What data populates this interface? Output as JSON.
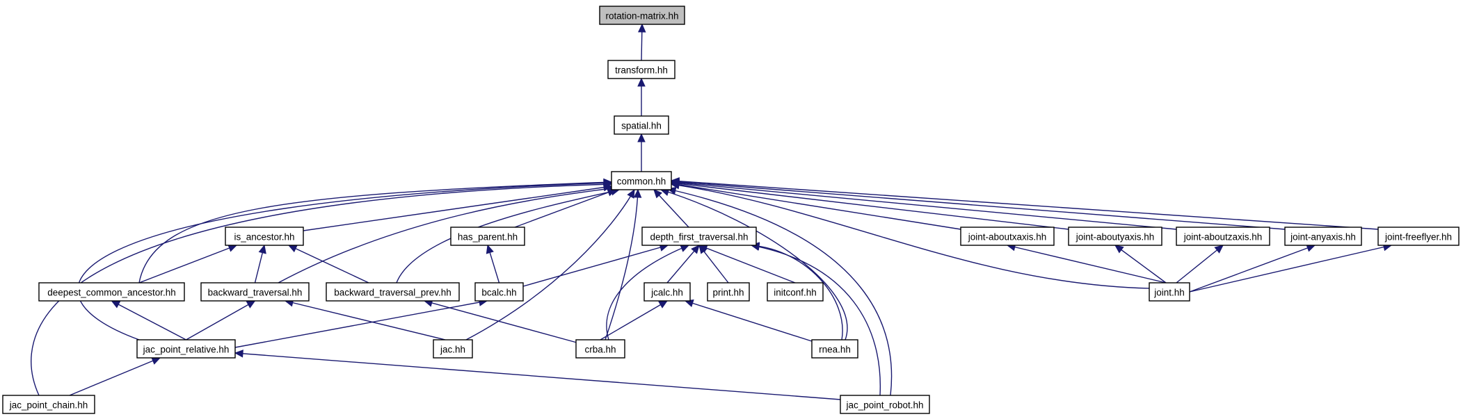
{
  "graph": {
    "direction": "edges point from includer to included file",
    "colors": {
      "edge": "#191970",
      "highlighted_fill": "#bfbfbf",
      "node_fill": "#ffffff",
      "node_border": "#000000"
    },
    "nodes": [
      {
        "id": "rotation",
        "label": "rotation-matrix.hh",
        "highlighted": true
      },
      {
        "id": "transform",
        "label": "transform.hh"
      },
      {
        "id": "spatial",
        "label": "spatial.hh"
      },
      {
        "id": "common",
        "label": "common.hh"
      },
      {
        "id": "is_anc",
        "label": "is_ancestor.hh"
      },
      {
        "id": "has_parent",
        "label": "has_parent.hh"
      },
      {
        "id": "dft",
        "label": "depth_first_traversal.hh"
      },
      {
        "id": "jx",
        "label": "joint-aboutxaxis.hh"
      },
      {
        "id": "jy",
        "label": "joint-aboutyaxis.hh"
      },
      {
        "id": "jz",
        "label": "joint-aboutzaxis.hh"
      },
      {
        "id": "jany",
        "label": "joint-anyaxis.hh"
      },
      {
        "id": "jff",
        "label": "joint-freeflyer.hh"
      },
      {
        "id": "dca",
        "label": "deepest_common_ancestor.hh"
      },
      {
        "id": "bt",
        "label": "backward_traversal.hh"
      },
      {
        "id": "btp",
        "label": "backward_traversal_prev.hh"
      },
      {
        "id": "bcalc",
        "label": "bcalc.hh"
      },
      {
        "id": "jcalc",
        "label": "jcalc.hh"
      },
      {
        "id": "print",
        "label": "print.hh"
      },
      {
        "id": "initconf",
        "label": "initconf.hh"
      },
      {
        "id": "joint",
        "label": "joint.hh"
      },
      {
        "id": "jpr",
        "label": "jac_point_relative.hh"
      },
      {
        "id": "jac",
        "label": "jac.hh"
      },
      {
        "id": "crba",
        "label": "crba.hh"
      },
      {
        "id": "rnea",
        "label": "rnea.hh"
      },
      {
        "id": "jpc",
        "label": "jac_point_chain.hh"
      },
      {
        "id": "jprob",
        "label": "jac_point_robot.hh"
      }
    ],
    "edges": [
      [
        "transform",
        "rotation"
      ],
      [
        "spatial",
        "transform"
      ],
      [
        "common",
        "spatial"
      ],
      [
        "is_anc",
        "common"
      ],
      [
        "has_parent",
        "common"
      ],
      [
        "dft",
        "common"
      ],
      [
        "jx",
        "common"
      ],
      [
        "jy",
        "common"
      ],
      [
        "jz",
        "common"
      ],
      [
        "jany",
        "common"
      ],
      [
        "jff",
        "common"
      ],
      [
        "dca",
        "common"
      ],
      [
        "bt",
        "common"
      ],
      [
        "btp",
        "common"
      ],
      [
        "jpr",
        "common"
      ],
      [
        "jpc",
        "common"
      ],
      [
        "jac",
        "common"
      ],
      [
        "crba",
        "common"
      ],
      [
        "rnea",
        "common"
      ],
      [
        "jprob",
        "common"
      ],
      [
        "joint",
        "common"
      ],
      [
        "dca",
        "is_anc"
      ],
      [
        "bt",
        "is_anc"
      ],
      [
        "btp",
        "is_anc"
      ],
      [
        "bcalc",
        "has_parent"
      ],
      [
        "bcalc",
        "dft"
      ],
      [
        "jcalc",
        "dft"
      ],
      [
        "print",
        "dft"
      ],
      [
        "initconf",
        "dft"
      ],
      [
        "crba",
        "dft"
      ],
      [
        "rnea",
        "dft"
      ],
      [
        "jprob",
        "dft"
      ],
      [
        "joint",
        "jx"
      ],
      [
        "joint",
        "jy"
      ],
      [
        "joint",
        "jz"
      ],
      [
        "joint",
        "jany"
      ],
      [
        "joint",
        "jff"
      ],
      [
        "jpr",
        "dca"
      ],
      [
        "jpr",
        "bt"
      ],
      [
        "jac",
        "bt"
      ],
      [
        "crba",
        "btp"
      ],
      [
        "jpr",
        "bcalc"
      ],
      [
        "crba",
        "jcalc"
      ],
      [
        "rnea",
        "jcalc"
      ],
      [
        "jpc",
        "jpr"
      ],
      [
        "jprob",
        "jpr"
      ]
    ]
  }
}
